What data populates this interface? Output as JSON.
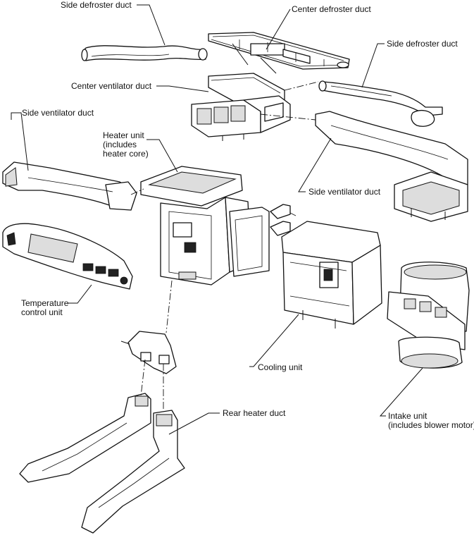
{
  "labels": {
    "side_defroster_duct_left": "Side defroster duct",
    "center_defroster_duct": "Center defroster duct",
    "side_defroster_duct_right": "Side defroster duct",
    "center_ventilator_duct": "Center ventilator duct",
    "side_ventilator_duct_left": "Side ventilator duct",
    "heater_unit_line1": "Heater unit",
    "heater_unit_line2": "(includes",
    "heater_unit_line3": "heater core)",
    "side_ventilator_duct_right": "Side ventilator duct",
    "temperature_control_line1": "Temperature",
    "temperature_control_line2": "control unit",
    "cooling_unit": "Cooling unit",
    "rear_heater_duct": "Rear heater duct",
    "intake_unit_line1": "Intake unit",
    "intake_unit_line2": "(includes blower motor)"
  }
}
